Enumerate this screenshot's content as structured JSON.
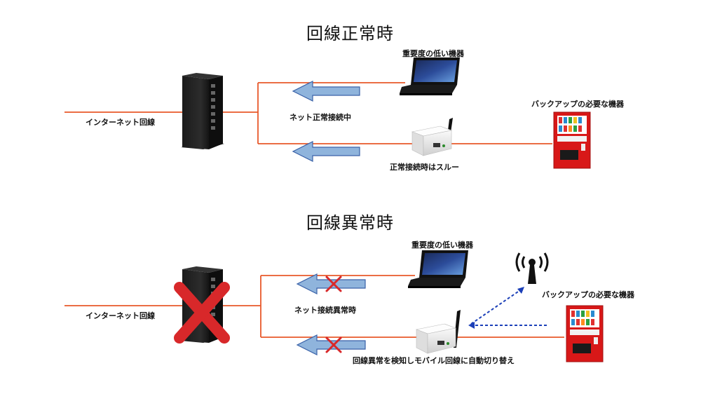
{
  "normal": {
    "title": "回線正常時",
    "internet_label": "インターネット回線",
    "status_label": "ネット正常接続中",
    "laptop_label": "重要度の低い機器",
    "backup_label": "バックアップの必要な機器",
    "switch_label": "正常接続時はスルー"
  },
  "abnormal": {
    "title": "回線異常時",
    "internet_label": "インターネット回線",
    "status_label": "ネット接続異常時",
    "laptop_label": "重要度の低い機器",
    "backup_label": "バックアップの必要な機器",
    "switch_label": "回線異常を検知しモバイル回線に自動切り替え"
  },
  "colors": {
    "line": "#e8582a",
    "arrow_fill": "#8fb4dc",
    "arrow_stroke": "#3a62a8",
    "cross": "#d8282a",
    "dotted": "#1b3fb8"
  }
}
